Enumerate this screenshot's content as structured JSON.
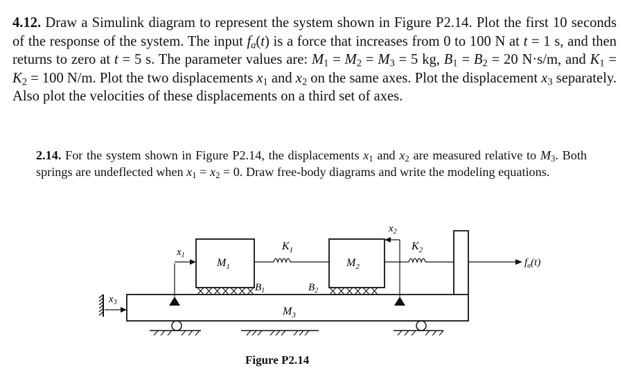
{
  "problem": {
    "number": "4.12.",
    "body": "Draw a Simulink diagram to represent the system shown in Figure P2.14. Plot the first 10 seconds of the response of the system. The input fa(t) is a force that increases from 0 to 100 N at t = 1 s, and then returns to zero at t = 5 s. The parameter values are: M1 = M2 = M3 = 5 kg, B1 = B2 = 20 N·s/m, and K1 = K2 = 100 N/m. Plot the two displacements x1 and x2 on the same axes. Plot the displacement x3 separately. Also plot the velocities of these displacements on a third set of axes."
  },
  "reference": {
    "number": "2.14.",
    "body": "For the system shown in Figure P2.14, the displacements x1 and x2 are measured relative to M3. Both springs are undeflected when x1 = x2 = 0. Draw free-body diagrams and write the modeling equations."
  },
  "figure": {
    "caption": "Figure P2.14",
    "labels": {
      "x1": "x1",
      "x2": "x2",
      "x3": "x3",
      "M1": "M1",
      "M2": "M2",
      "M3": "M3",
      "K1": "K1",
      "K2": "K2",
      "B1": "B1",
      "B2": "B2",
      "fa": "fa(t)"
    }
  }
}
